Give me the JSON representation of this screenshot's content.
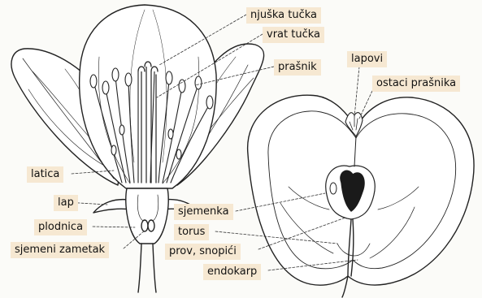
{
  "diagram": {
    "flower_labels": {
      "stigma": "njuška tučka",
      "style": "vrat tučka",
      "stamen": "prašnik",
      "petal": "latica",
      "sepal": "lap",
      "ovary": "plodnica",
      "ovule": "sjemeni zametak"
    },
    "fruit_labels": {
      "sepals": "lapovi",
      "stamen_remnants": "ostaci prašnika",
      "seed": "sjemenka",
      "torus": "torus",
      "vascular_bundles": "prov, snopići",
      "endocarp": "endokarp"
    },
    "colors": {
      "label_background": "#f6e8d2",
      "line": "#222222",
      "seed": "#1a1a1a",
      "fill": "#ffffff"
    }
  }
}
